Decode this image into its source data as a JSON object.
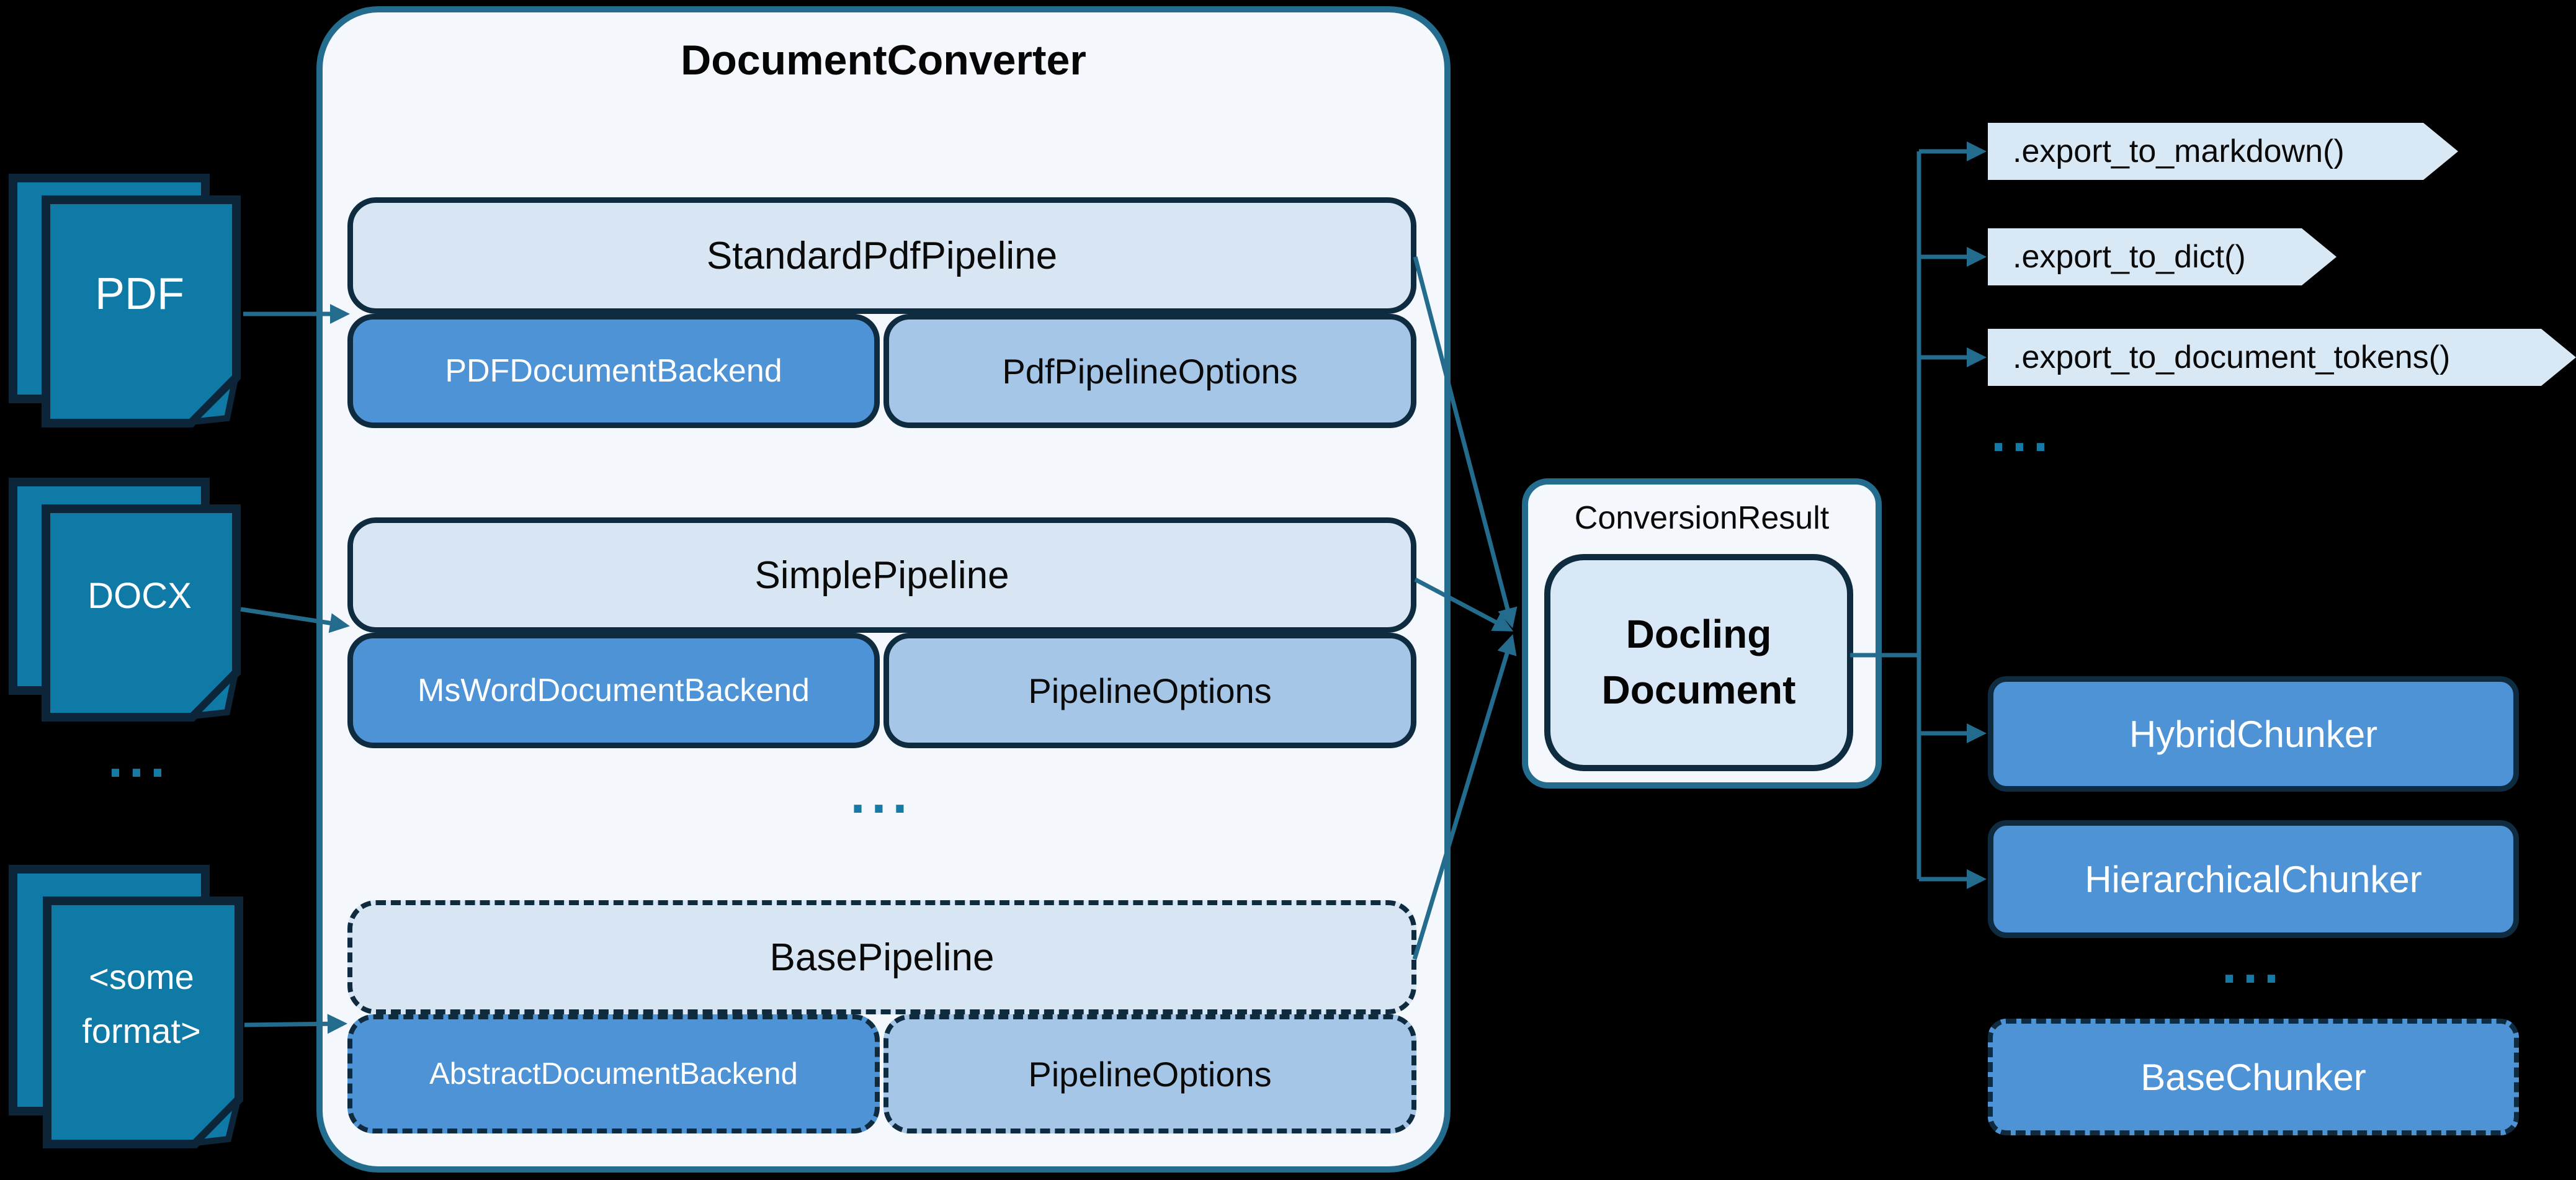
{
  "inputs": {
    "pdf": "PDF",
    "docx": "DOCX",
    "ellipsis": "...",
    "other": "<some format>"
  },
  "converter": {
    "title": "DocumentConverter",
    "ellipsis": "...",
    "pipelines": [
      {
        "name": "StandardPdfPipeline",
        "backend": "PDFDocumentBackend",
        "options": "PdfPipelineOptions"
      },
      {
        "name": "SimplePipeline",
        "backend": "MsWordDocumentBackend",
        "options": "PipelineOptions"
      },
      {
        "name": "BasePipeline",
        "backend": "AbstractDocumentBackend",
        "options": "PipelineOptions"
      }
    ]
  },
  "result": {
    "label": "ConversionResult",
    "document": "Docling Document"
  },
  "exports": {
    "items": [
      ".export_to_markdown()",
      ".export_to_dict()",
      ".export_to_document_tokens()"
    ],
    "ellipsis": "..."
  },
  "chunkers": {
    "items": [
      "HybridChunker",
      "HierarchicalChunker"
    ],
    "ellipsis": "...",
    "base": "BaseChunker"
  },
  "colors": {
    "background": "#000000",
    "teal_line": "#236C8E",
    "dark_border": "#0F2B40",
    "document_icon_fill": "#0F7AA6",
    "panel_fill": "#D8E6F4",
    "backend_fill": "#4E93D6",
    "options_fill": "#A6C6E8",
    "chevron_fill": "#D9E8F5",
    "container_fill": "#F4F7FC",
    "dots_accent": "#157AA5"
  }
}
